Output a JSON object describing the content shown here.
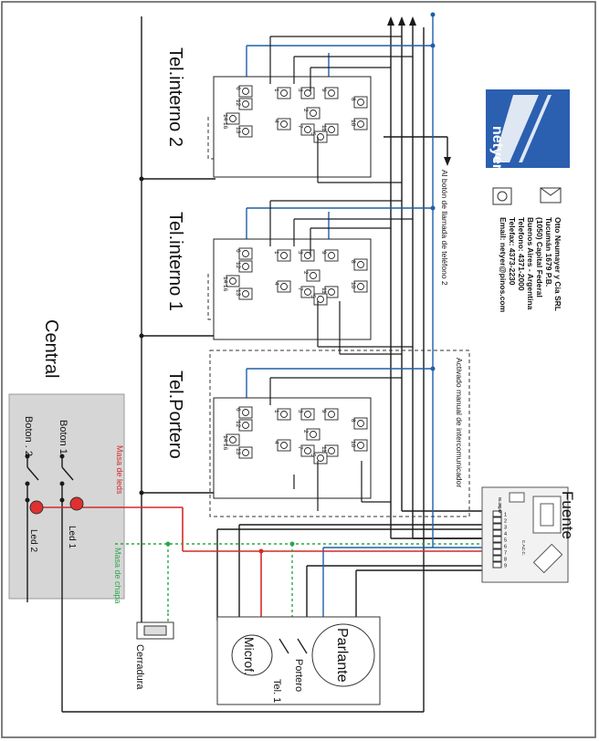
{
  "labels": {
    "tel_interno_2": "Tel.interno 2",
    "tel_interno_1": "Tel.interno 1",
    "tel_portero": "Tel.Portero",
    "central": "Central",
    "fuente": "Fuente",
    "boton_1": "Boton  1",
    "boton_2": "Boton . 2",
    "led_1": "Led 1",
    "led_2": "Led 2",
    "masa_de_leds": "Masa de leds",
    "masa_de_chapa": "Masa de chapa",
    "cerradura": "Cerradura",
    "microf": "Microf.",
    "parlante": "Parlante",
    "portero": "Portero",
    "tel_1": "Tel. 1",
    "al_boton": "Al botón de llamada de teléfono 2",
    "activado": "Activado manual de intercomunicador"
  },
  "company": {
    "logo_text": "netyer",
    "lines": [
      "Otto Neumayer y Cia SRL",
      "Tucumán 1679 P.B.",
      "(1050) Capital Federal",
      "Buenos Aires - Argentina",
      "Telefono: 4371-2000",
      "Telefax: 4373-2230",
      "Email: netyer@pinos.com"
    ]
  },
  "terminals": {
    "t1": "1",
    "t2": "2",
    "t3": "3",
    "t4": "4",
    "t5": "5",
    "t6": "6",
    "t7": "7",
    "t8": "8",
    "t9": "9",
    "t10": "10",
    "t12": "12",
    "t13": "13",
    "t1416": "14 16",
    "t11": "11"
  },
  "fuente_terminals": [
    "1",
    "2",
    "3",
    "4",
    "5",
    "6",
    "7",
    "8",
    "9"
  ],
  "fuente_small": {
    "a": "BLOQ",
    "b": "ALIM",
    "c": "C.A.",
    "d": "C.C."
  },
  "colors": {
    "wire_black": "#1a1a1a",
    "wire_blue": "#1f5fa8",
    "wire_red": "#d42a2a",
    "wire_green": "#2aa84a",
    "panel_gray": "#d6d6d6",
    "logo_blue": "#2b5fb0"
  }
}
